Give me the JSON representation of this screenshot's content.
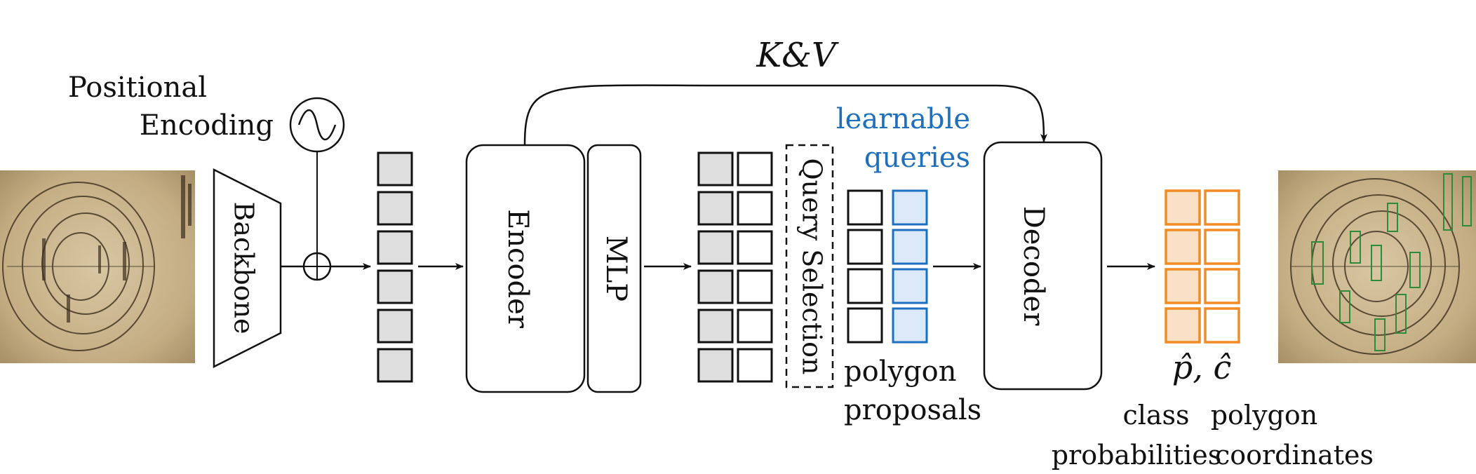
{
  "labels": {
    "positional_line1": "Positional",
    "positional_line2": "Encoding",
    "backbone": "Backbone",
    "encoder": "Encoder",
    "mlp": "MLP",
    "query_selection": "Query Selection",
    "learnable_line1": "learnable",
    "learnable_line2": "queries",
    "kv": "K&V",
    "polygon_line1": "polygon",
    "polygon_line2": "proposals",
    "decoder": "Decoder",
    "outputs": "p̂, ĉ",
    "class_line1": "class",
    "class_line2": "probabilities",
    "coords_line1": "polygon",
    "coords_line2": "coordinates"
  },
  "colors": {
    "gray_fill": "#dedede",
    "blue_stroke": "#1f6fbf",
    "blue_fill": "#dbe8f7",
    "orange_stroke": "#f28c22",
    "orange_fill": "#fbe0c8",
    "parchment": "#cbb791"
  }
}
